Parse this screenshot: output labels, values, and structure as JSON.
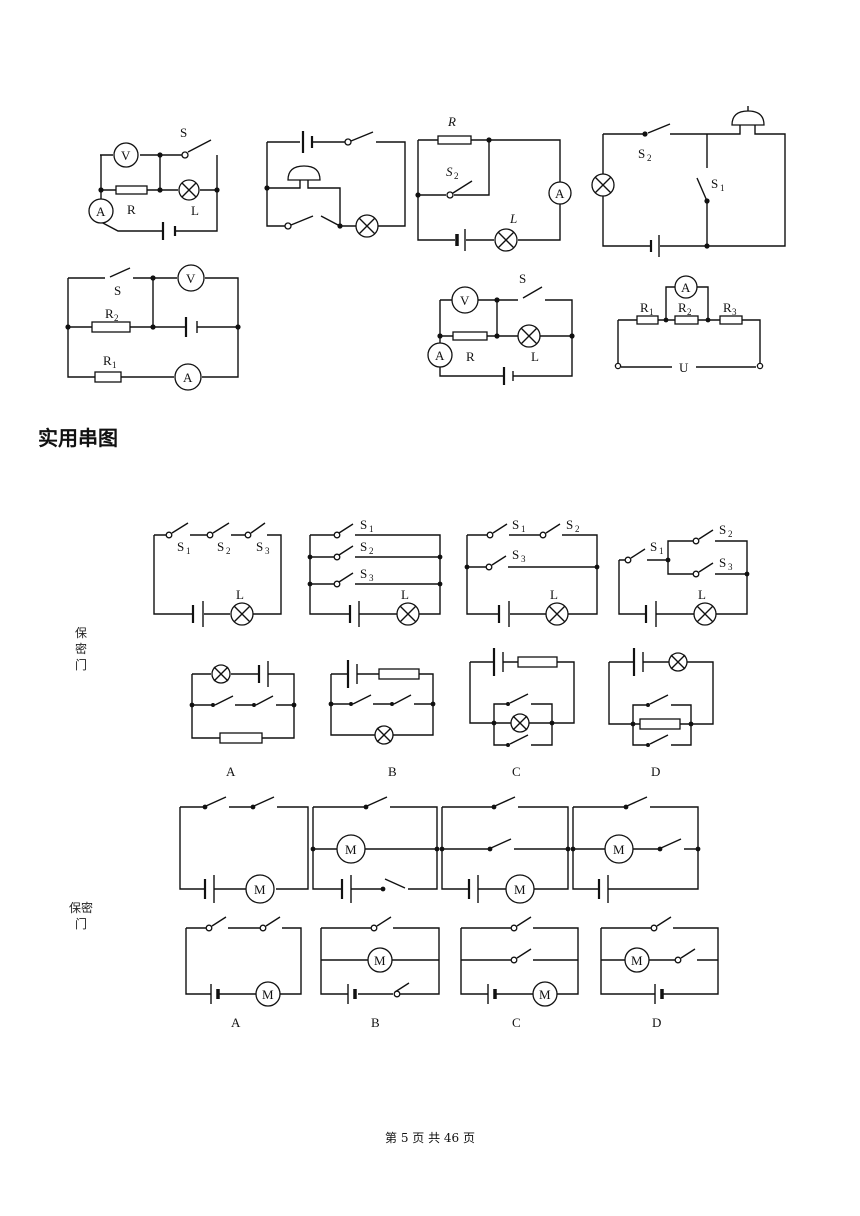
{
  "section_title": "实用串图",
  "side_label_1": "保\n密\n门",
  "side_label_2": "保密\n门",
  "footer": "第 5 页 共 46 页",
  "labels": {
    "V": "V",
    "A": "A",
    "S": "S",
    "R": "R",
    "L": "L",
    "M": "M",
    "U": "U",
    "R1": "R",
    "R2": "R",
    "R3": "R",
    "S1": "S",
    "S2": "S",
    "S3": "S",
    "sub1": "1",
    "sub2": "2",
    "sub3": "3",
    "optA": "A",
    "optB": "B",
    "optC": "C",
    "optD": "D"
  }
}
